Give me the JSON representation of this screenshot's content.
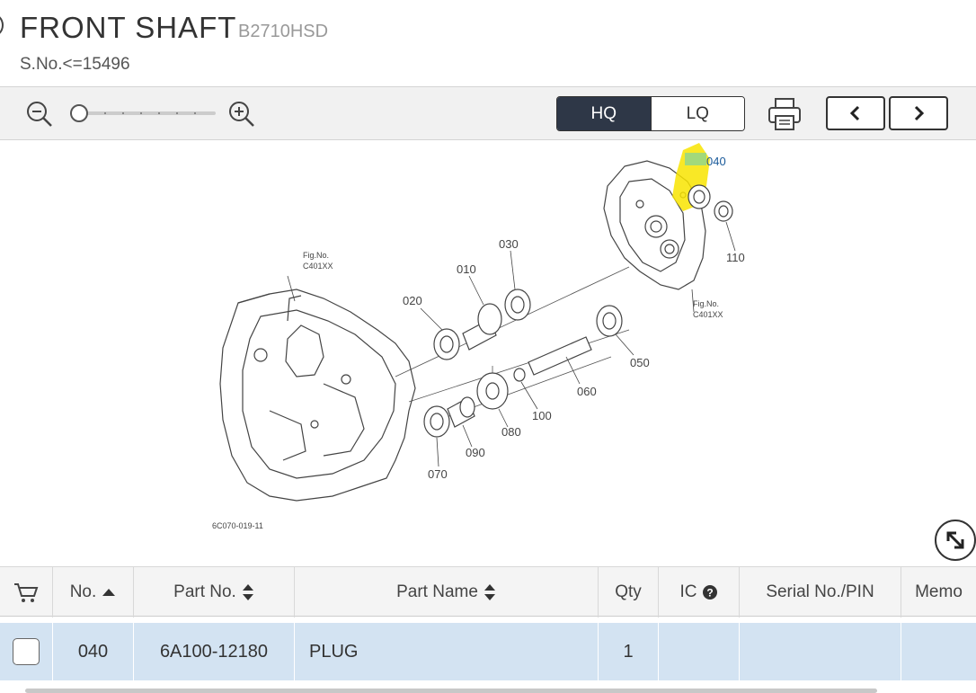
{
  "header": {
    "title": "FRONT SHAFT",
    "model": "B2710HSD",
    "serial": "S.No.<=15496"
  },
  "toolbar": {
    "zoom_level": 0,
    "quality_hq": "HQ",
    "quality_lq": "LQ",
    "selected_quality": "HQ"
  },
  "diagram": {
    "callouts": [
      "010",
      "020",
      "030",
      "040",
      "050",
      "060",
      "070",
      "080",
      "090",
      "100",
      "110"
    ],
    "highlighted": "040",
    "highlight_color": "#f8e400",
    "fig_ref_1_line1": "Fig.No.",
    "fig_ref_1_line2": "C401XX",
    "fig_ref_2_line1": "Fig.No.",
    "fig_ref_2_line2": "C401XX",
    "drawing_code": "6C070-019-11"
  },
  "table": {
    "headers": {
      "no": "No.",
      "part_no": "Part No.",
      "part_name": "Part Name",
      "qty": "Qty",
      "ic": "IC",
      "serial": "Serial No./PIN",
      "memo": "Memo"
    },
    "rows": [
      {
        "no": "040",
        "part_no": "6A100-12180",
        "part_name": "PLUG",
        "qty": "1",
        "ic": "",
        "serial": "",
        "memo": ""
      }
    ]
  },
  "colors": {
    "accent_dark": "#2e3747",
    "row_selected": "#d3e3f2"
  }
}
